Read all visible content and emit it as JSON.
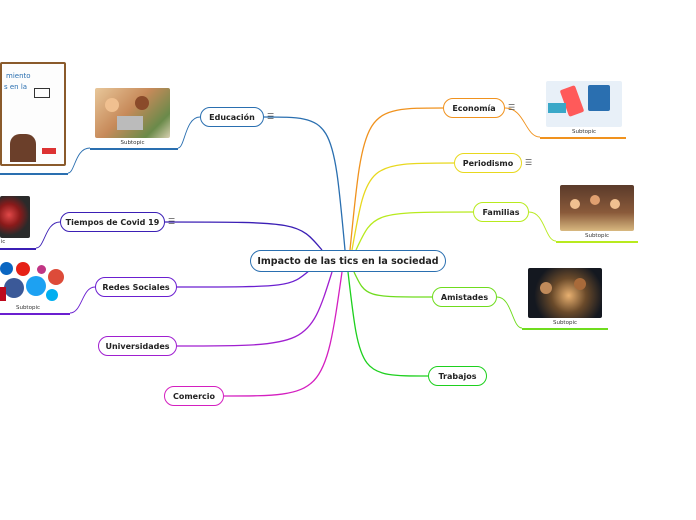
{
  "central": {
    "label": "Impacto de las tics en la sociedad",
    "color": "#2a6fb0"
  },
  "menu_icon": "☰",
  "image_caption": "Subtopic",
  "cropped_caption": "ic",
  "poster_text": {
    "line1": "miento",
    "line2": "s en la"
  },
  "branches": [
    {
      "id": "educacion",
      "label": "Educación",
      "color": "#2a6fb0",
      "menu": true
    },
    {
      "id": "tiempos-covid",
      "label": "Tiempos de Covid 19",
      "color": "#3b1fb5",
      "menu": true
    },
    {
      "id": "redes-sociales",
      "label": "Redes Sociales",
      "color": "#6b1fd0",
      "menu": false
    },
    {
      "id": "universidades",
      "label": "Universidades",
      "color": "#a01fd0",
      "menu": false
    },
    {
      "id": "comercio",
      "label": "Comercio",
      "color": "#d41fc0",
      "menu": false
    },
    {
      "id": "economia",
      "label": "Economía",
      "color": "#f0921e",
      "menu": true
    },
    {
      "id": "periodismo",
      "label": "Periodismo",
      "color": "#e8d81e",
      "menu": true
    },
    {
      "id": "familias",
      "label": "Familias",
      "color": "#b8ea1e",
      "menu": false
    },
    {
      "id": "amistades",
      "label": "Amistades",
      "color": "#6fdc1e",
      "menu": false
    },
    {
      "id": "trabajos",
      "label": "Trabajos",
      "color": "#1ed01e",
      "menu": false
    }
  ]
}
